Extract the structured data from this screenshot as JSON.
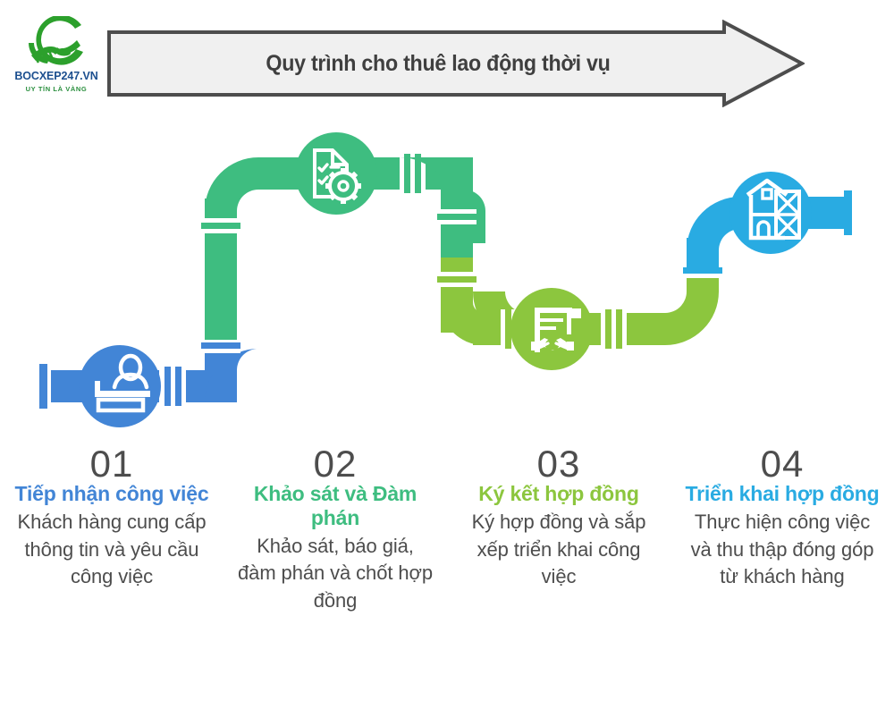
{
  "logo": {
    "mark": "hands-circle-logo",
    "wordmark": "BOCXEP247.VN",
    "tagline": "UY TÍN LÀ VÀNG",
    "mark_color": "#2ca02c",
    "wordmark_color": "#1c4f8f",
    "tagline_color": "#2a8f3e"
  },
  "header": {
    "title": "Quy trình cho thuê lao động thời vụ",
    "banner_fill": "#f0f0f0",
    "banner_stroke": "#4d4d4d",
    "title_color": "#3f3f3f",
    "shape": "right-arrow-banner"
  },
  "pipeline": {
    "description": "Four-stage pipe diagram with circular icon nodes",
    "colors": {
      "blue": "#4285d6",
      "green": "#3ebd80",
      "lime": "#8cc63e",
      "cyan": "#29abe2"
    },
    "nodes": [
      {
        "icon": "reception-desk-person-icon",
        "color": "#4285d6",
        "step": "01"
      },
      {
        "icon": "checklist-document-gear-icon",
        "color": "#3ebd80",
        "step": "02"
      },
      {
        "icon": "contract-handshake-icon",
        "color": "#8cc63e",
        "step": "03"
      },
      {
        "icon": "building-scaffolding-icon",
        "color": "#29abe2",
        "step": "04"
      }
    ]
  },
  "steps": [
    {
      "number": "01",
      "title": "Tiếp nhận công việc",
      "description": "Khách hàng cung cấp thông tin và yêu cầu công việc",
      "color": "#4285d6"
    },
    {
      "number": "02",
      "title": "Khảo sát và Đàm phán",
      "description": "Khảo sát, báo giá, đàm phán và chốt hợp đồng",
      "color": "#3ebd80"
    },
    {
      "number": "03",
      "title": "Ký kết hợp đồng",
      "description": "Ký hợp đồng và sắp xếp triển khai công việc",
      "color": "#8cc63e"
    },
    {
      "number": "04",
      "title": "Triển khai hợp đồng",
      "description": "Thực hiện công việc và thu thập đóng góp từ khách hàng",
      "color": "#29abe2"
    }
  ]
}
